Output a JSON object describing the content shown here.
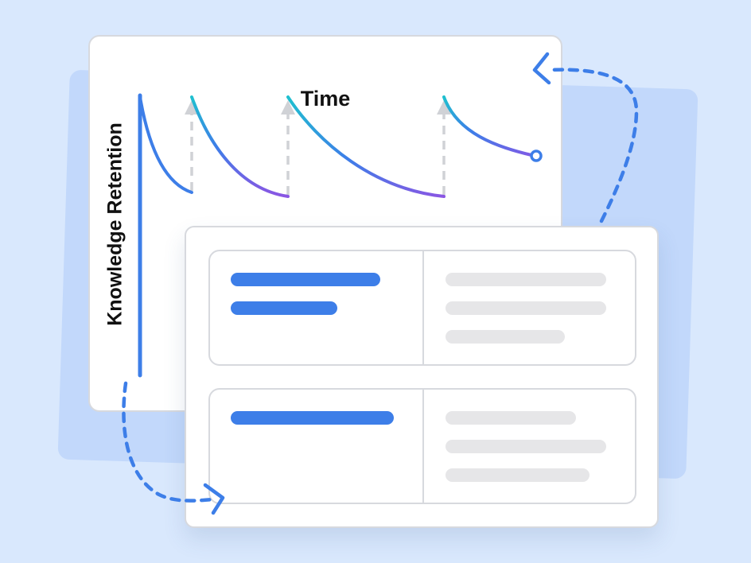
{
  "chart": {
    "title": "Time",
    "ylabel": "Knowledge Retention"
  },
  "colors": {
    "background": "#d9e8fd",
    "accent_blue": "#3d7ee8",
    "curve_start": "#1fc0cf",
    "curve_end": "#8a56e3",
    "placeholder_gray": "#e6e6e8",
    "border_gray": "#d7d9de"
  },
  "table": {
    "rows": [
      {
        "left_lines": 2,
        "right_lines": 3
      },
      {
        "left_lines": 1,
        "right_lines": 3
      }
    ]
  }
}
